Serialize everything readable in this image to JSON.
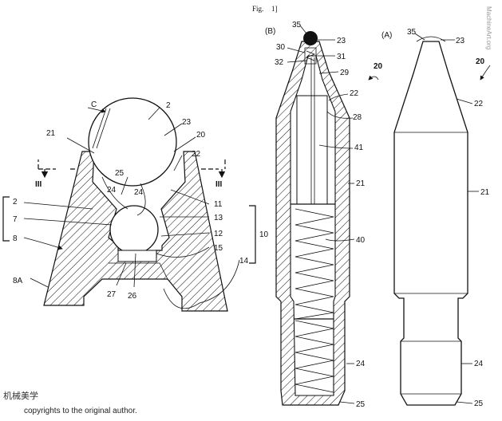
{
  "figure_label": "Fig.",
  "figure_number": "1]",
  "watermark_top_right": "MachineArt.org",
  "watermark_bottom": {
    "brand": "机械美学",
    "notice": "copyrights to the original author."
  },
  "left_section": {
    "labels": {
      "C": "C",
      "n2_top": "2",
      "n23": "23",
      "n21": "21",
      "n20": "20",
      "n22": "22",
      "III_left": "III",
      "III_right": "III",
      "n25": "25",
      "n24_a": "24",
      "n24_b": "24",
      "n2_left": "2",
      "n7": "7",
      "n8": "8",
      "n8A": "8A",
      "n11": "11",
      "n13": "13",
      "n12": "12",
      "n15": "15",
      "n14": "14",
      "n10": "10",
      "n27": "27",
      "n26": "26"
    }
  },
  "view_B": {
    "title": "(B)",
    "labels": {
      "n35": "35",
      "n23": "23",
      "n30": "30",
      "n31": "31",
      "n32": "32",
      "n29": "29",
      "n20": "20",
      "n22": "22",
      "n28": "28",
      "n41": "41",
      "n21": "21",
      "n40": "40",
      "n24": "24",
      "n25": "25"
    }
  },
  "view_A": {
    "title": "(A)",
    "labels": {
      "n35": "35",
      "n23": "23",
      "n20": "20",
      "n22": "22",
      "n21": "21",
      "n24": "24",
      "n25": "25"
    }
  }
}
